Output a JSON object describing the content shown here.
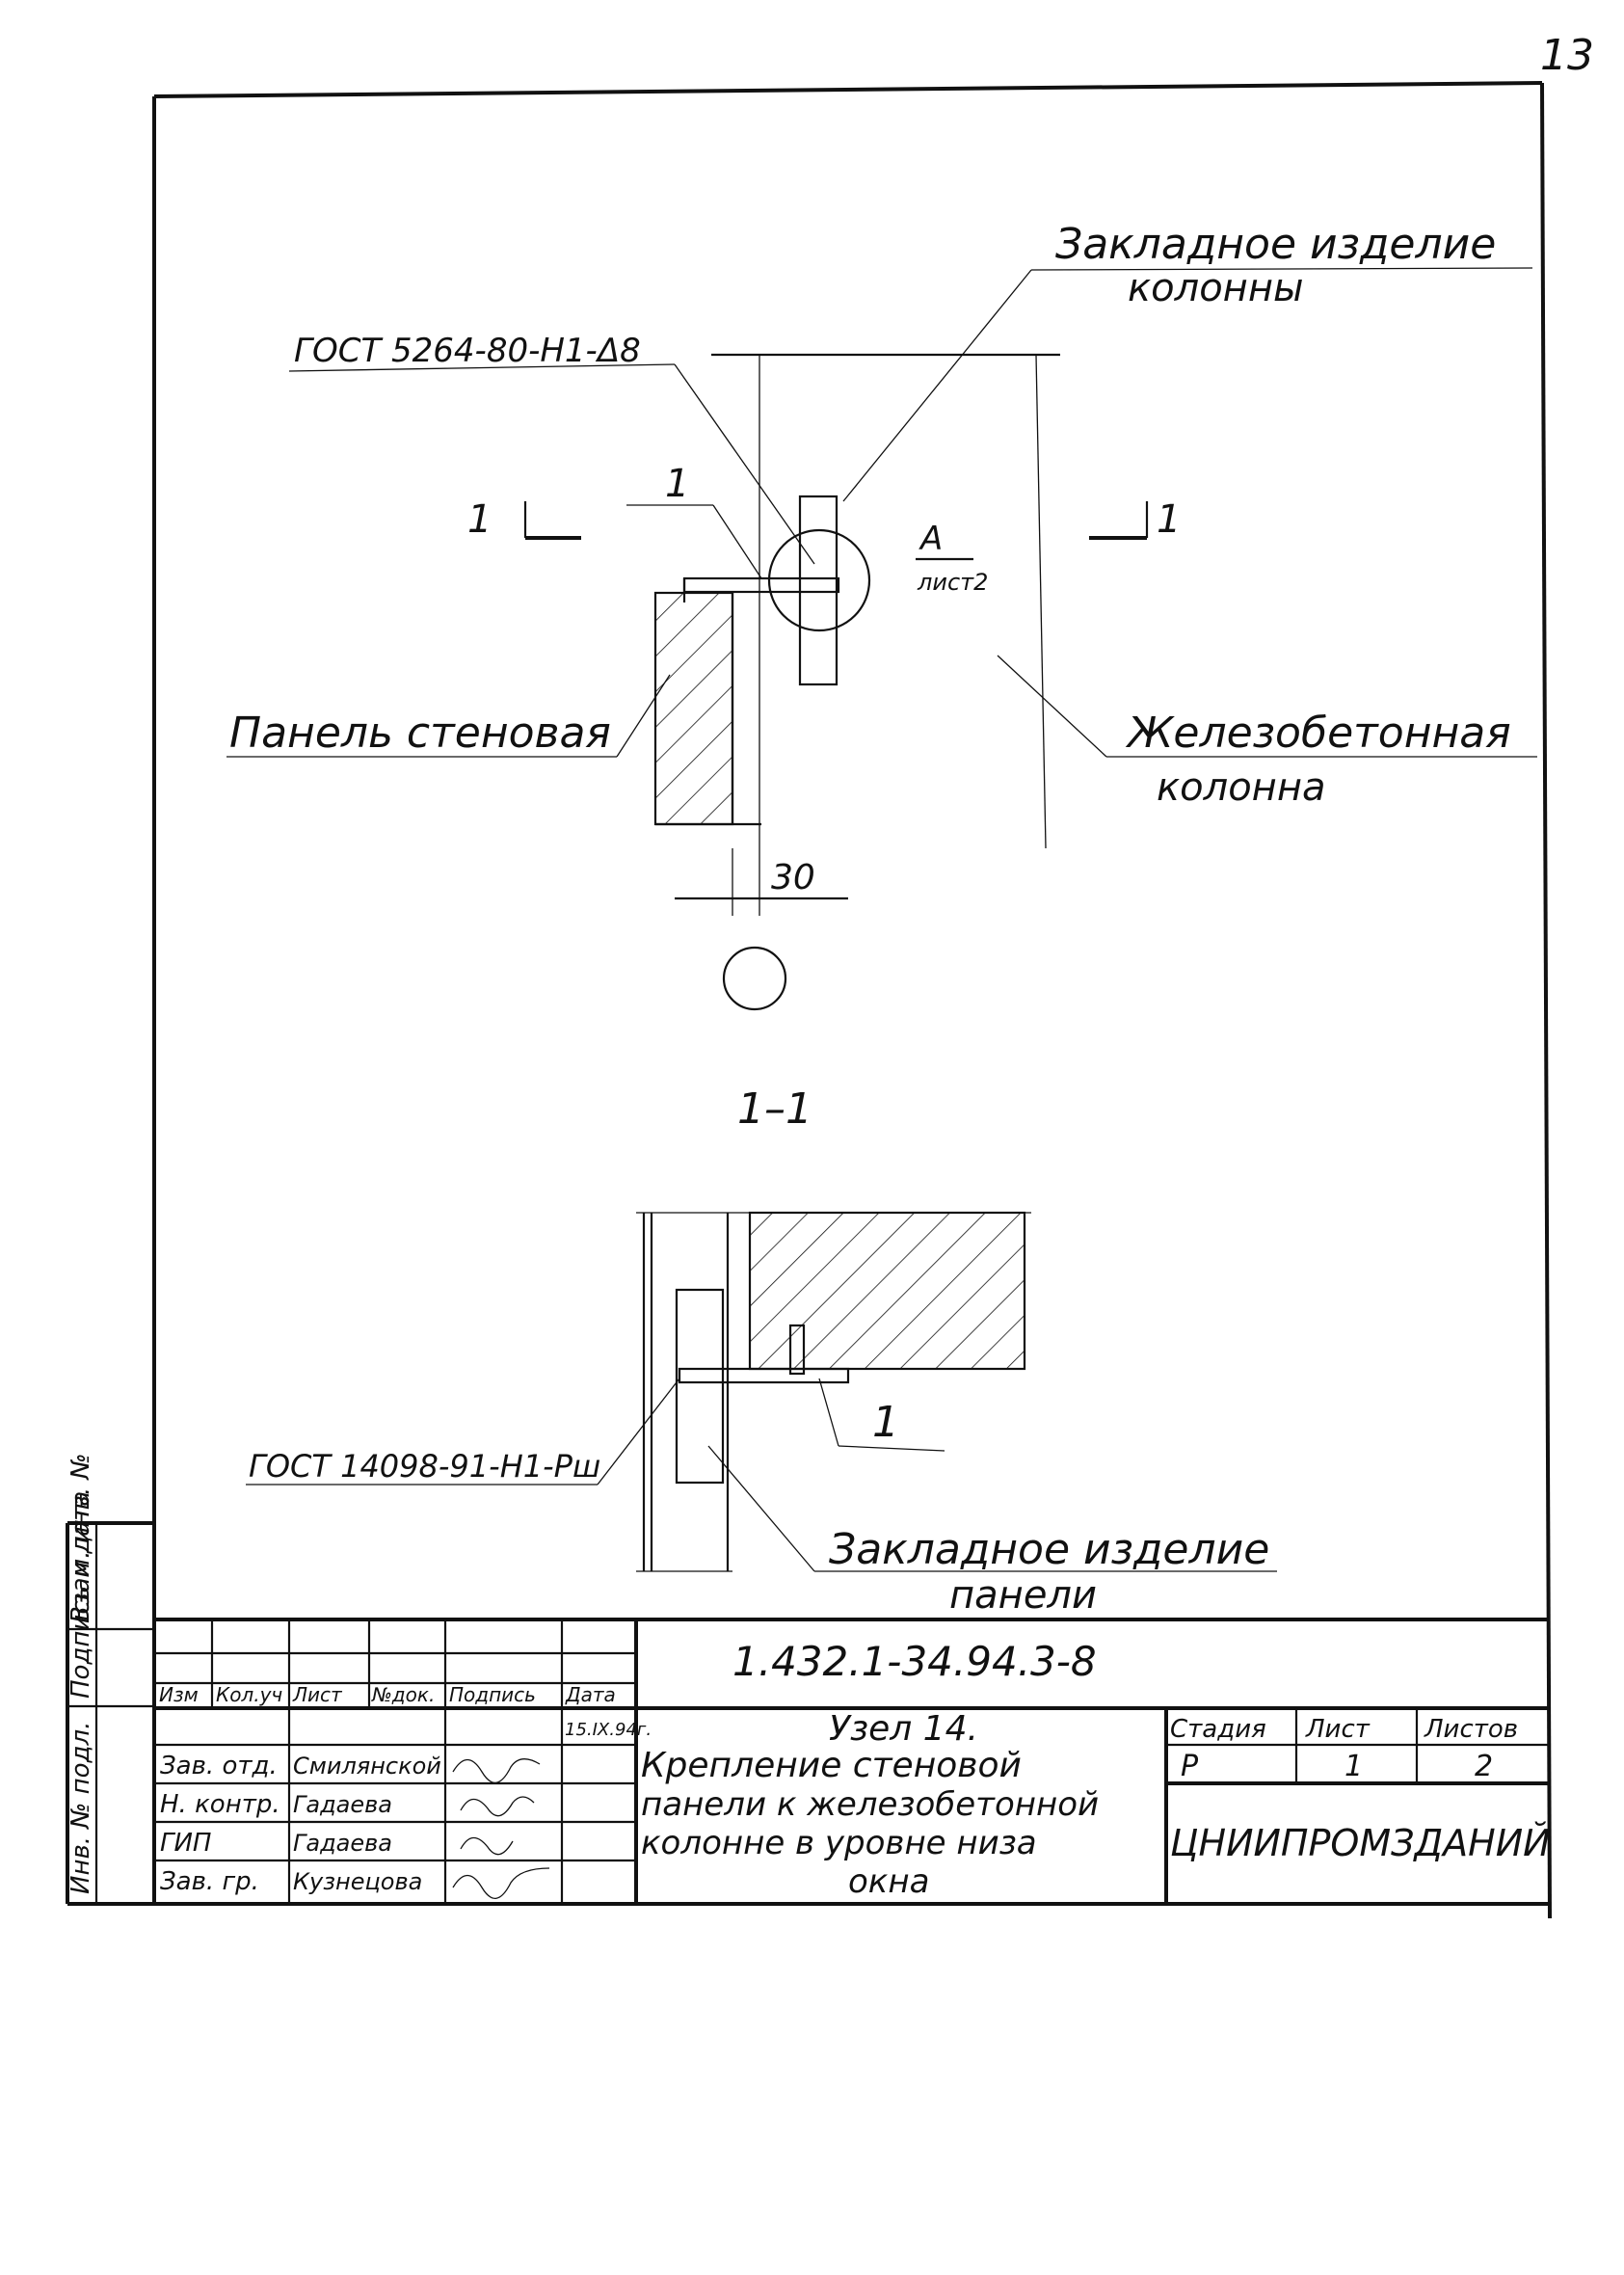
{
  "page_number": "13",
  "labels": {
    "embedded_column_line1": "Закладное изделие",
    "embedded_column_line2": "колонны",
    "gost_top": "ГОСТ 5264-80-Н1-Δ8",
    "section_mark_left": "1",
    "section_mark_right": "1",
    "pos_top": "1",
    "callout_a": "А",
    "callout_sheet": "лист2",
    "wall_panel": "Панель стеновая",
    "rc_column_line1": "Железобетонная",
    "rc_column_line2": "колонна",
    "dimension": "30",
    "section_title": "1–1",
    "gost_bottom": "ГОСТ 14098-91-Н1-Рш",
    "pos_bottom": "1",
    "embedded_panel_line1": "Закладное изделие",
    "embedded_panel_line2": "панели"
  },
  "side_stamp": {
    "cells": [
      "Инв. № подл.",
      "Подпись и дата",
      "Взам. инв. №"
    ]
  },
  "title_block": {
    "designation": "1.432.1-34.94.3-8",
    "headers": [
      "Изм",
      "Кол.уч",
      "Лист",
      "№док.",
      "Подпись",
      "Дата"
    ],
    "date": "15.IX.94г.",
    "roles": [
      {
        "role": "Зав. отд.",
        "name": "Смилянской"
      },
      {
        "role": "Н. контр.",
        "name": "Гадаева"
      },
      {
        "role": "ГИП",
        "name": "Гадаева"
      },
      {
        "role": "Зав. гр.",
        "name": "Кузнецова"
      }
    ],
    "title_lines": [
      "Узел 14.",
      "Крепление стеновой",
      "панели к железобетонной",
      "колонне в уровне низа",
      "окна"
    ],
    "stage_header": "Стадия",
    "sheet_header": "Лист",
    "sheets_header": "Листов",
    "stage": "Р",
    "sheet": "1",
    "sheets": "2",
    "organization": "ЦНИИПРОМЗДАНИЙ"
  }
}
